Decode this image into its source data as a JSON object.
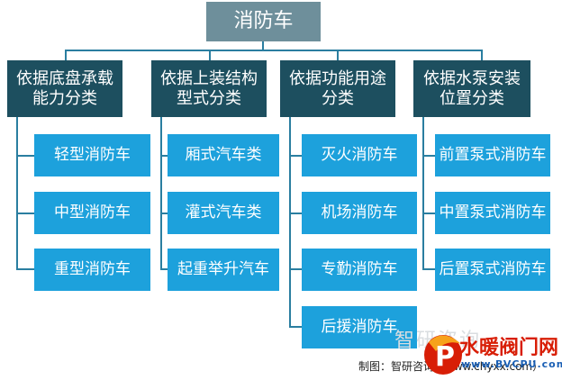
{
  "root": {
    "label": "消防车"
  },
  "categories": [
    {
      "label": "依据底盘承载能力分类",
      "items": [
        "轻型消防车",
        "中型消防车",
        "重型消防车"
      ]
    },
    {
      "label": "依据上装结构型式分类",
      "items": [
        "厢式汽车类",
        "灌式汽车类",
        "起重举升汽车"
      ]
    },
    {
      "label": "依据功能用途分类",
      "items": [
        "灭火消防车",
        "机场消防车",
        "专勤消防车",
        "后援消防车"
      ]
    },
    {
      "label": "依据水泵安装位置分类",
      "items": [
        "前置泵式消防车",
        "中置泵式消防车",
        "后置泵式消防车"
      ]
    }
  ],
  "watermark": {
    "text": "智研咨询"
  },
  "credit": {
    "text": "制图：智研咨询（www.chyxx.com）"
  },
  "logo": {
    "name": "水暖阀门网",
    "url": "www.BVCPU.com",
    "letter": "P"
  },
  "colors": {
    "root_bg": "#6e8f9b",
    "category_bg": "#1d4f5f",
    "leaf_bg": "#1da1dc",
    "connector": "#2a7ea0"
  }
}
